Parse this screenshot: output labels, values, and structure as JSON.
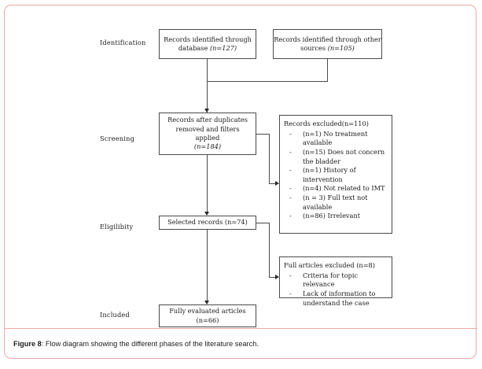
{
  "figure": {
    "caption_label": "Figure 8",
    "caption_sep": ": ",
    "caption_text": "Flow diagram showing the different phases of the literature search.",
    "border_color": "#e8a9a4",
    "box_border_color": "#4a4a4a",
    "connector_color": "#4a4a4a"
  },
  "phases": [
    {
      "label": "Identification"
    },
    {
      "label": "Screening"
    },
    {
      "label": "Eligilibity"
    },
    {
      "label": "Included"
    }
  ],
  "boxes": {
    "identified_database": {
      "line1": "Records identified through",
      "line2": "database ",
      "line2_italic": "(n=127)"
    },
    "identified_other": {
      "line1": "Records identified through other",
      "line2": "sources ",
      "line2_italic": "(n=105)"
    },
    "after_duplicates": {
      "line1": "Records after duplicates",
      "line2": "removed and filters",
      "line3": "applied",
      "line4_italic": "(n=184)"
    },
    "selected_records": {
      "line1": "Selected records (n=74)"
    },
    "fully_evaluated": {
      "line1": "Fully evaluated articles",
      "line2": "(n=66)"
    }
  },
  "excluded_records": {
    "heading": "Records excluded(n=110)",
    "items": [
      "(n=1) No treatment available",
      "(n=15) Does not concern the bladder",
      "(n=1) History of intervention",
      "(n=4) Not related to IMT",
      "(n = 3) Full text not available",
      "(n=86) Irrelevant"
    ]
  },
  "excluded_full_articles": {
    "heading": "Full articles excluded (n=8)",
    "items": [
      "Criteria for topic relevance",
      "Lack of information to understand the case"
    ]
  },
  "chart_data": {
    "type": "diagram",
    "title": "Flow diagram showing the different phases of the literature search.",
    "nodes": [
      {
        "phase": "Identification",
        "label": "Records identified through database (n=127)",
        "n": 127
      },
      {
        "phase": "Identification",
        "label": "Records identified through other sources (n=105)",
        "n": 105
      },
      {
        "phase": "Screening",
        "label": "Records after duplicates removed and filters applied (n=184)",
        "n": 184
      },
      {
        "phase": "Screening",
        "label": "Records excluded(n=110)",
        "n": 110
      },
      {
        "phase": "Eligilibity",
        "label": "Selected records (n=74)",
        "n": 74
      },
      {
        "phase": "Eligilibity",
        "label": "Full articles excluded (n=8)",
        "n": 8
      },
      {
        "phase": "Included",
        "label": "Fully evaluated articles (n=66)",
        "n": 66
      }
    ]
  }
}
